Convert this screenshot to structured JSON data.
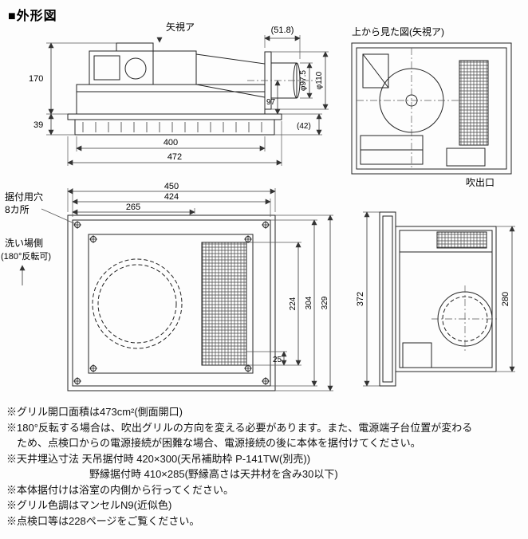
{
  "page": {
    "title": "■外形図"
  },
  "side_view": {
    "arrow_view_label": "矢視ア",
    "dim_51_8": "(51.8)",
    "dim_170": "170",
    "dim_39": "39",
    "dim_400": "400",
    "dim_472": "472",
    "dim_97": "97",
    "dim_42": "(42)",
    "dim_phi_97_5": "φ97.5",
    "dim_phi_110": "φ110"
  },
  "top_view": {
    "title": "上から見た図(矢視ア)",
    "outlet_label": "吹出口"
  },
  "bottom_view": {
    "mount_hole_label_1": "据付用穴",
    "mount_hole_label_2": "8カ所",
    "wash_side_label_1": "洗い場側",
    "wash_side_label_2": "(180°反転可)",
    "dim_450": "450",
    "dim_424": "424",
    "dim_265": "265",
    "dim_25": "25",
    "dim_224": "224",
    "dim_304": "304",
    "dim_329": "329"
  },
  "right_view": {
    "dim_372": "372",
    "dim_280": "280"
  },
  "notes": [
    "※グリル開口面積は473cm²(側面開口)",
    "※180°反転する場合は、吹出グリルの方向を変える必要があります。また、電源端子台位置が変わる",
    "　ため、点検口からの電源接続が困難な場合、電源接続の後に本体を据付けてください。",
    "※天井埋込寸法 天吊据付時 420×300(天吊補助枠 P-141TW(別売))",
    "　　　　　　　　野縁据付時 410×285(野縁高さは天井材を含み30以下)",
    "※本体据付けは浴室の内側から行ってください。",
    "※グリル色調はマンセルN9(近似色)",
    "※点検口等は228ページをご覧ください。"
  ]
}
